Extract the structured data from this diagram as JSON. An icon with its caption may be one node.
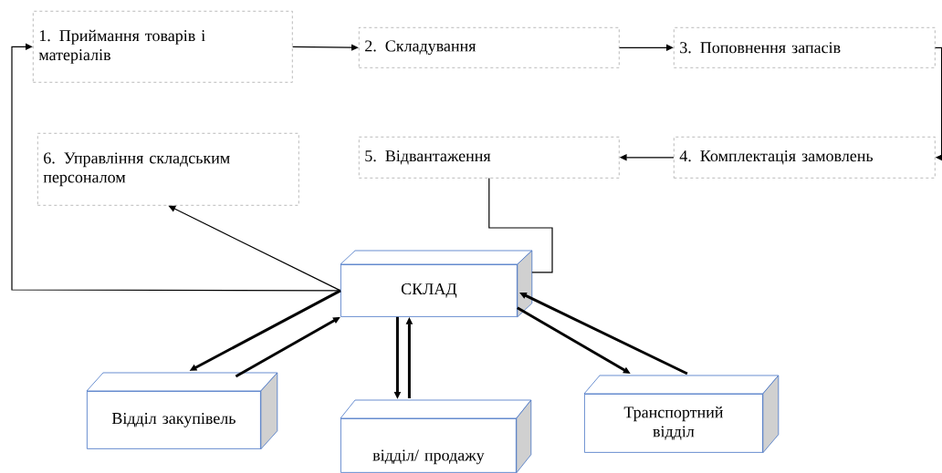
{
  "diagram": {
    "nodes": [
      {
        "text": [
          "1. Приймання товарів і матеріалів"
        ]
      },
      {
        "text": [
          "2. Складування"
        ]
      },
      {
        "text": [
          "3. Поповнення запасів"
        ]
      },
      {
        "text": [
          "6. Управління складським персоналом"
        ]
      },
      {
        "text": [
          "5. Відвантаження"
        ]
      },
      {
        "text": [
          "4. Комплектація замовлень"
        ]
      },
      {
        "text": [
          "СКЛАД"
        ]
      },
      {
        "text": [
          "Відділ закупівель"
        ]
      },
      {
        "text": [
          "відділ/ продажу"
        ]
      },
      {
        "text": [
          "Транспортний відділ"
        ]
      }
    ],
    "edges": [
      {
        "from": 0,
        "to": 1,
        "arrow": "to"
      },
      {
        "from": 1,
        "to": 2,
        "arrow": "to"
      },
      {
        "from": 2,
        "to": 5,
        "arrow": "to"
      },
      {
        "from": 5,
        "to": 4,
        "arrow": "to"
      },
      {
        "from": 4,
        "to": 6,
        "arrow": "none"
      },
      {
        "from": 6,
        "to": 3,
        "arrow": "to"
      },
      {
        "from": 6,
        "to": 0,
        "arrow": "to"
      },
      {
        "from": 6,
        "to": 7,
        "arrow": "to",
        "style": "thick"
      },
      {
        "from": 7,
        "to": 6,
        "arrow": "to",
        "style": "thick"
      },
      {
        "from": 6,
        "to": 8,
        "arrow": "to",
        "style": "thick"
      },
      {
        "from": 8,
        "to": 6,
        "arrow": "to",
        "style": "thick"
      },
      {
        "from": 6,
        "to": 9,
        "arrow": "to",
        "style": "thick"
      },
      {
        "from": 9,
        "to": 6,
        "arrow": "to",
        "style": "thick"
      }
    ]
  }
}
